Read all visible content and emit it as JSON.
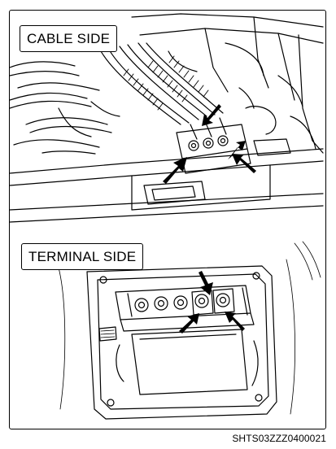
{
  "labels": {
    "cable_side": "CABLE SIDE",
    "terminal_side": "TERMINAL SIDE"
  },
  "figure_code": "SHTS03ZZZ0400021",
  "colors": {
    "line": "#000000",
    "background": "#ffffff"
  },
  "icons": {
    "pointer": "arrow-icon"
  }
}
